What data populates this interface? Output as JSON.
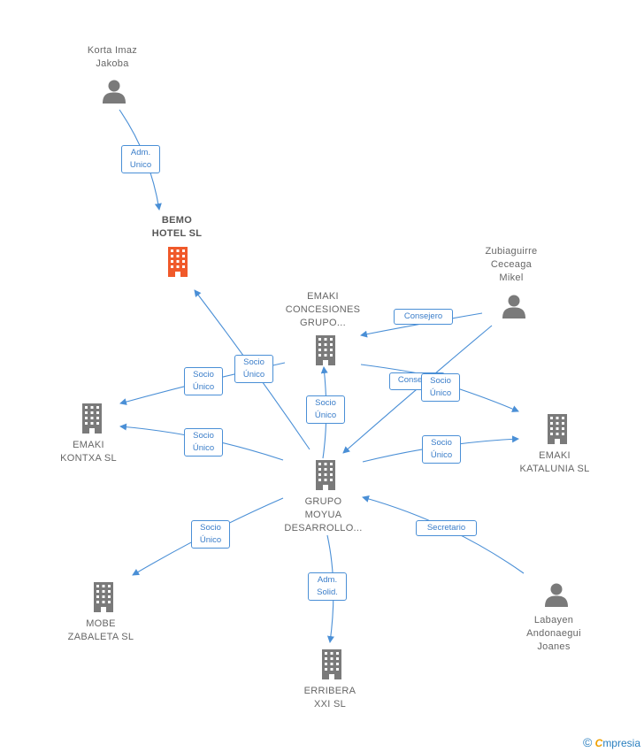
{
  "colors": {
    "edge": "#4a8fd6",
    "person": "#7a7a7a",
    "company": "#7a7a7a",
    "focus_company": "#f0592a"
  },
  "nodes": {
    "korta": {
      "label": "Korta Imaz\nJakoba",
      "icon": "person-icon"
    },
    "bemo": {
      "label": "BEMO\nHOTEL  SL",
      "icon": "building-icon"
    },
    "zubiaguirre": {
      "label": "Zubiaguirre\nCeceaga\nMikel",
      "icon": "person-icon"
    },
    "emaki_conc": {
      "label": "EMAKI\nCONCESIONES\nGRUPO...",
      "icon": "building-icon"
    },
    "emaki_kontxa": {
      "label": "EMAKI\nKONTXA  SL",
      "icon": "building-icon"
    },
    "emaki_katalunia": {
      "label": "EMAKI\nKATALUNIA  SL",
      "icon": "building-icon"
    },
    "grupo_moyua": {
      "label": "GRUPO\nMOYUA\nDESARROLLO...",
      "icon": "building-icon"
    },
    "mobe": {
      "label": "MOBE\nZABALETA  SL",
      "icon": "building-icon"
    },
    "labayen": {
      "label": "Labayen\nAndonaegui\nJoanes",
      "icon": "person-icon"
    },
    "erribera": {
      "label": "ERRIBERA\nXXI  SL",
      "icon": "building-icon"
    }
  },
  "edges": {
    "korta_bemo": "Adm.\nUnico",
    "moyua_bemo": "Socio\nÚnico",
    "zubi_conc": "Consejero",
    "moyua_kontxa_top": "Socio\nÚnico",
    "moyua_conc": "Socio\nÚnico",
    "conc_katalunia_consejero": "Consejero",
    "conc_katalunia_socio": "Socio\nÚnico",
    "moyua_kontxa_bottom": "Socio\nÚnico",
    "moyua_katalunia": "Socio\nÚnico",
    "moyua_mobe": "Socio\nÚnico",
    "labayen_moyua": "Secretario",
    "moyua_erribera": "Adm.\nSolid."
  },
  "footer": {
    "copyright": "©",
    "brand_e": "C",
    "brand_rest": "mpresia"
  }
}
